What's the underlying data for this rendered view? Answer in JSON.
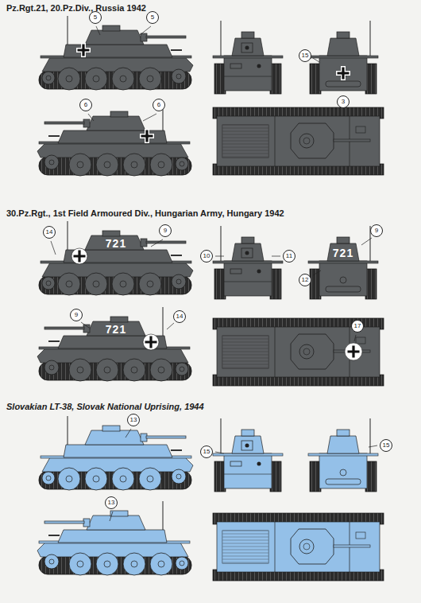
{
  "diagram": {
    "labels": [
      "Pz.Rgt.21, 20.Pz.Div., Russia 1942",
      "5",
      "5",
      "15",
      "3",
      "6",
      "6",
      "30.Pz.Rgt., 1st Field Armoured Div., Hungarian Army, Hungary 1942",
      "14",
      "9",
      "721",
      "10",
      "11",
      "9",
      "721",
      "12",
      "9",
      "721",
      "14",
      "17",
      "Slovakian LT-38, Slovak National Uprising, 1944",
      "13",
      "15",
      "15",
      "13"
    ]
  }
}
